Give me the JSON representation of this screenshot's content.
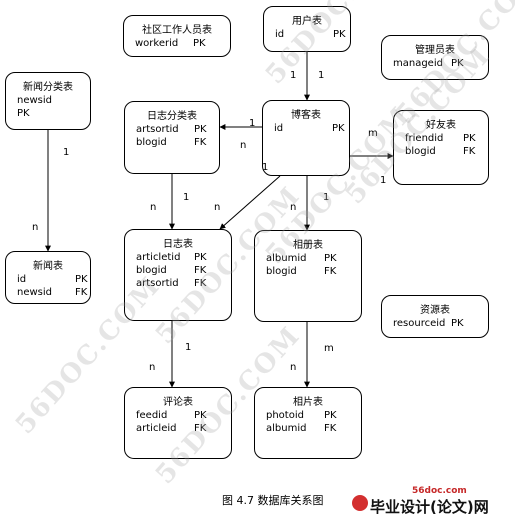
{
  "tables": [
    {
      "id": "community_staff",
      "title": "社区工作人员表",
      "fields": [
        {
          "name": "workerid",
          "key": "PK"
        }
      ]
    },
    {
      "id": "user",
      "title": "用户表",
      "fields": [
        {
          "name": "id",
          "key": "PK"
        }
      ]
    },
    {
      "id": "admin",
      "title": "管理员表",
      "fields": [
        {
          "name": "manageid",
          "key": "PK"
        }
      ]
    },
    {
      "id": "news_category",
      "title": "新闻分类表",
      "fields": [
        {
          "name": "newsid",
          "key": ""
        },
        {
          "name": "PK",
          "key": ""
        }
      ]
    },
    {
      "id": "log_category",
      "title": "日志分类表",
      "fields": [
        {
          "name": "artsortid",
          "key": "PK"
        },
        {
          "name": "blogid",
          "key": "FK"
        }
      ]
    },
    {
      "id": "blog",
      "title": "博客表",
      "fields": [
        {
          "name": "id",
          "key": "PK"
        }
      ]
    },
    {
      "id": "friend",
      "title": "好友表",
      "fields": [
        {
          "name": "friendid",
          "key": "PK"
        },
        {
          "name": "blogid",
          "key": "FK"
        }
      ]
    },
    {
      "id": "news",
      "title": "新闻表",
      "fields": [
        {
          "name": "id",
          "key": "PK"
        },
        {
          "name": "newsid",
          "key": "FK"
        }
      ]
    },
    {
      "id": "log",
      "title": "日志表",
      "fields": [
        {
          "name": "articletid",
          "key": "PK"
        },
        {
          "name": "blogid",
          "key": "FK"
        },
        {
          "name": "artsortid",
          "key": "FK"
        }
      ]
    },
    {
      "id": "album",
      "title": "相册表",
      "fields": [
        {
          "name": "albumid",
          "key": "PK"
        },
        {
          "name": "blogid",
          "key": "FK"
        }
      ]
    },
    {
      "id": "resource",
      "title": "资源表",
      "fields": [
        {
          "name": "resourceid",
          "key": "PK"
        }
      ]
    },
    {
      "id": "comment",
      "title": "评论表",
      "fields": [
        {
          "name": "feedid",
          "key": "PK"
        },
        {
          "name": "articleid",
          "key": "FK"
        }
      ]
    },
    {
      "id": "photo",
      "title": "相片表",
      "fields": [
        {
          "name": "photoid",
          "key": "PK"
        },
        {
          "name": "albumid",
          "key": "FK"
        }
      ]
    }
  ],
  "relations": [
    {
      "from": "user",
      "to": "blog",
      "from_card": "1",
      "to_card": "1"
    },
    {
      "from": "blog",
      "to": "log_category",
      "from_card": "n",
      "to_card": "1"
    },
    {
      "from": "blog",
      "to": "friend",
      "from_card": "1",
      "to_card": "m"
    },
    {
      "from": "news_category",
      "to": "news",
      "from_card": "1",
      "to_card": "n"
    },
    {
      "from": "log_category",
      "to": "log",
      "from_card": "1",
      "to_card": "n"
    },
    {
      "from": "blog",
      "to": "log",
      "from_card": "1",
      "to_card": "n"
    },
    {
      "from": "blog",
      "to": "album",
      "from_card": "1",
      "to_card": "n"
    },
    {
      "from": "log",
      "to": "comment",
      "from_card": "1",
      "to_card": "n"
    },
    {
      "from": "album",
      "to": "photo",
      "from_card": "m",
      "to_card": "n"
    }
  ],
  "caption": "图 4.7  数据库关系图",
  "watermark": "56DOC.COM",
  "logo": {
    "site": "56doc.com",
    "name": "毕业设计(论文)网"
  }
}
